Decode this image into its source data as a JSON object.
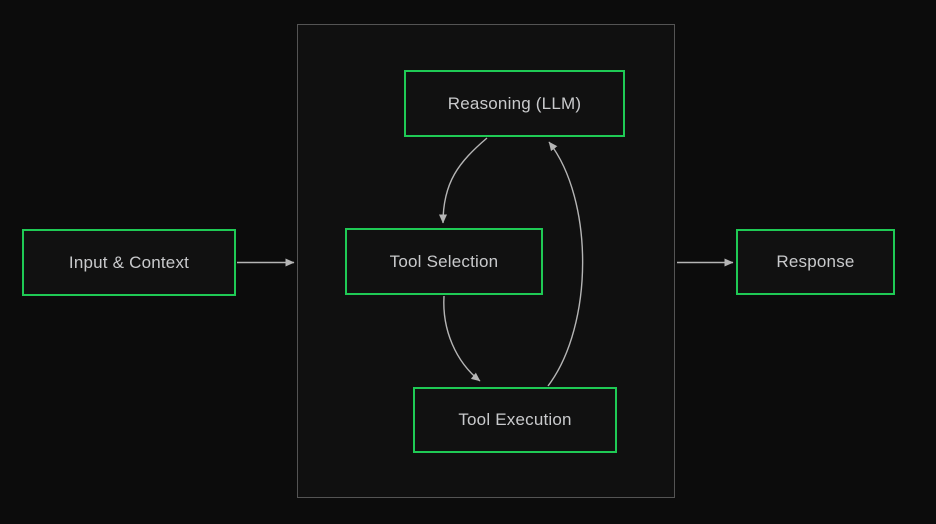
{
  "nodes": {
    "input_context": {
      "label": "Input & Context"
    },
    "reasoning": {
      "label": "Reasoning (LLM)"
    },
    "tool_selection": {
      "label": "Tool Selection"
    },
    "tool_execution": {
      "label": "Tool Execution"
    },
    "response": {
      "label": "Response"
    }
  },
  "edges": [
    {
      "from": "input_context",
      "to": "loop_container"
    },
    {
      "from": "reasoning",
      "to": "tool_selection"
    },
    {
      "from": "tool_selection",
      "to": "tool_execution"
    },
    {
      "from": "tool_execution",
      "to": "reasoning"
    },
    {
      "from": "loop_container",
      "to": "response"
    }
  ],
  "colors": {
    "background": "#0c0c0c",
    "container_fill": "#101010",
    "container_border": "#545454",
    "node_border": "#1fca55",
    "node_fill": "#111111",
    "arrow": "#b5b5b5",
    "text": "#c9cacc"
  }
}
